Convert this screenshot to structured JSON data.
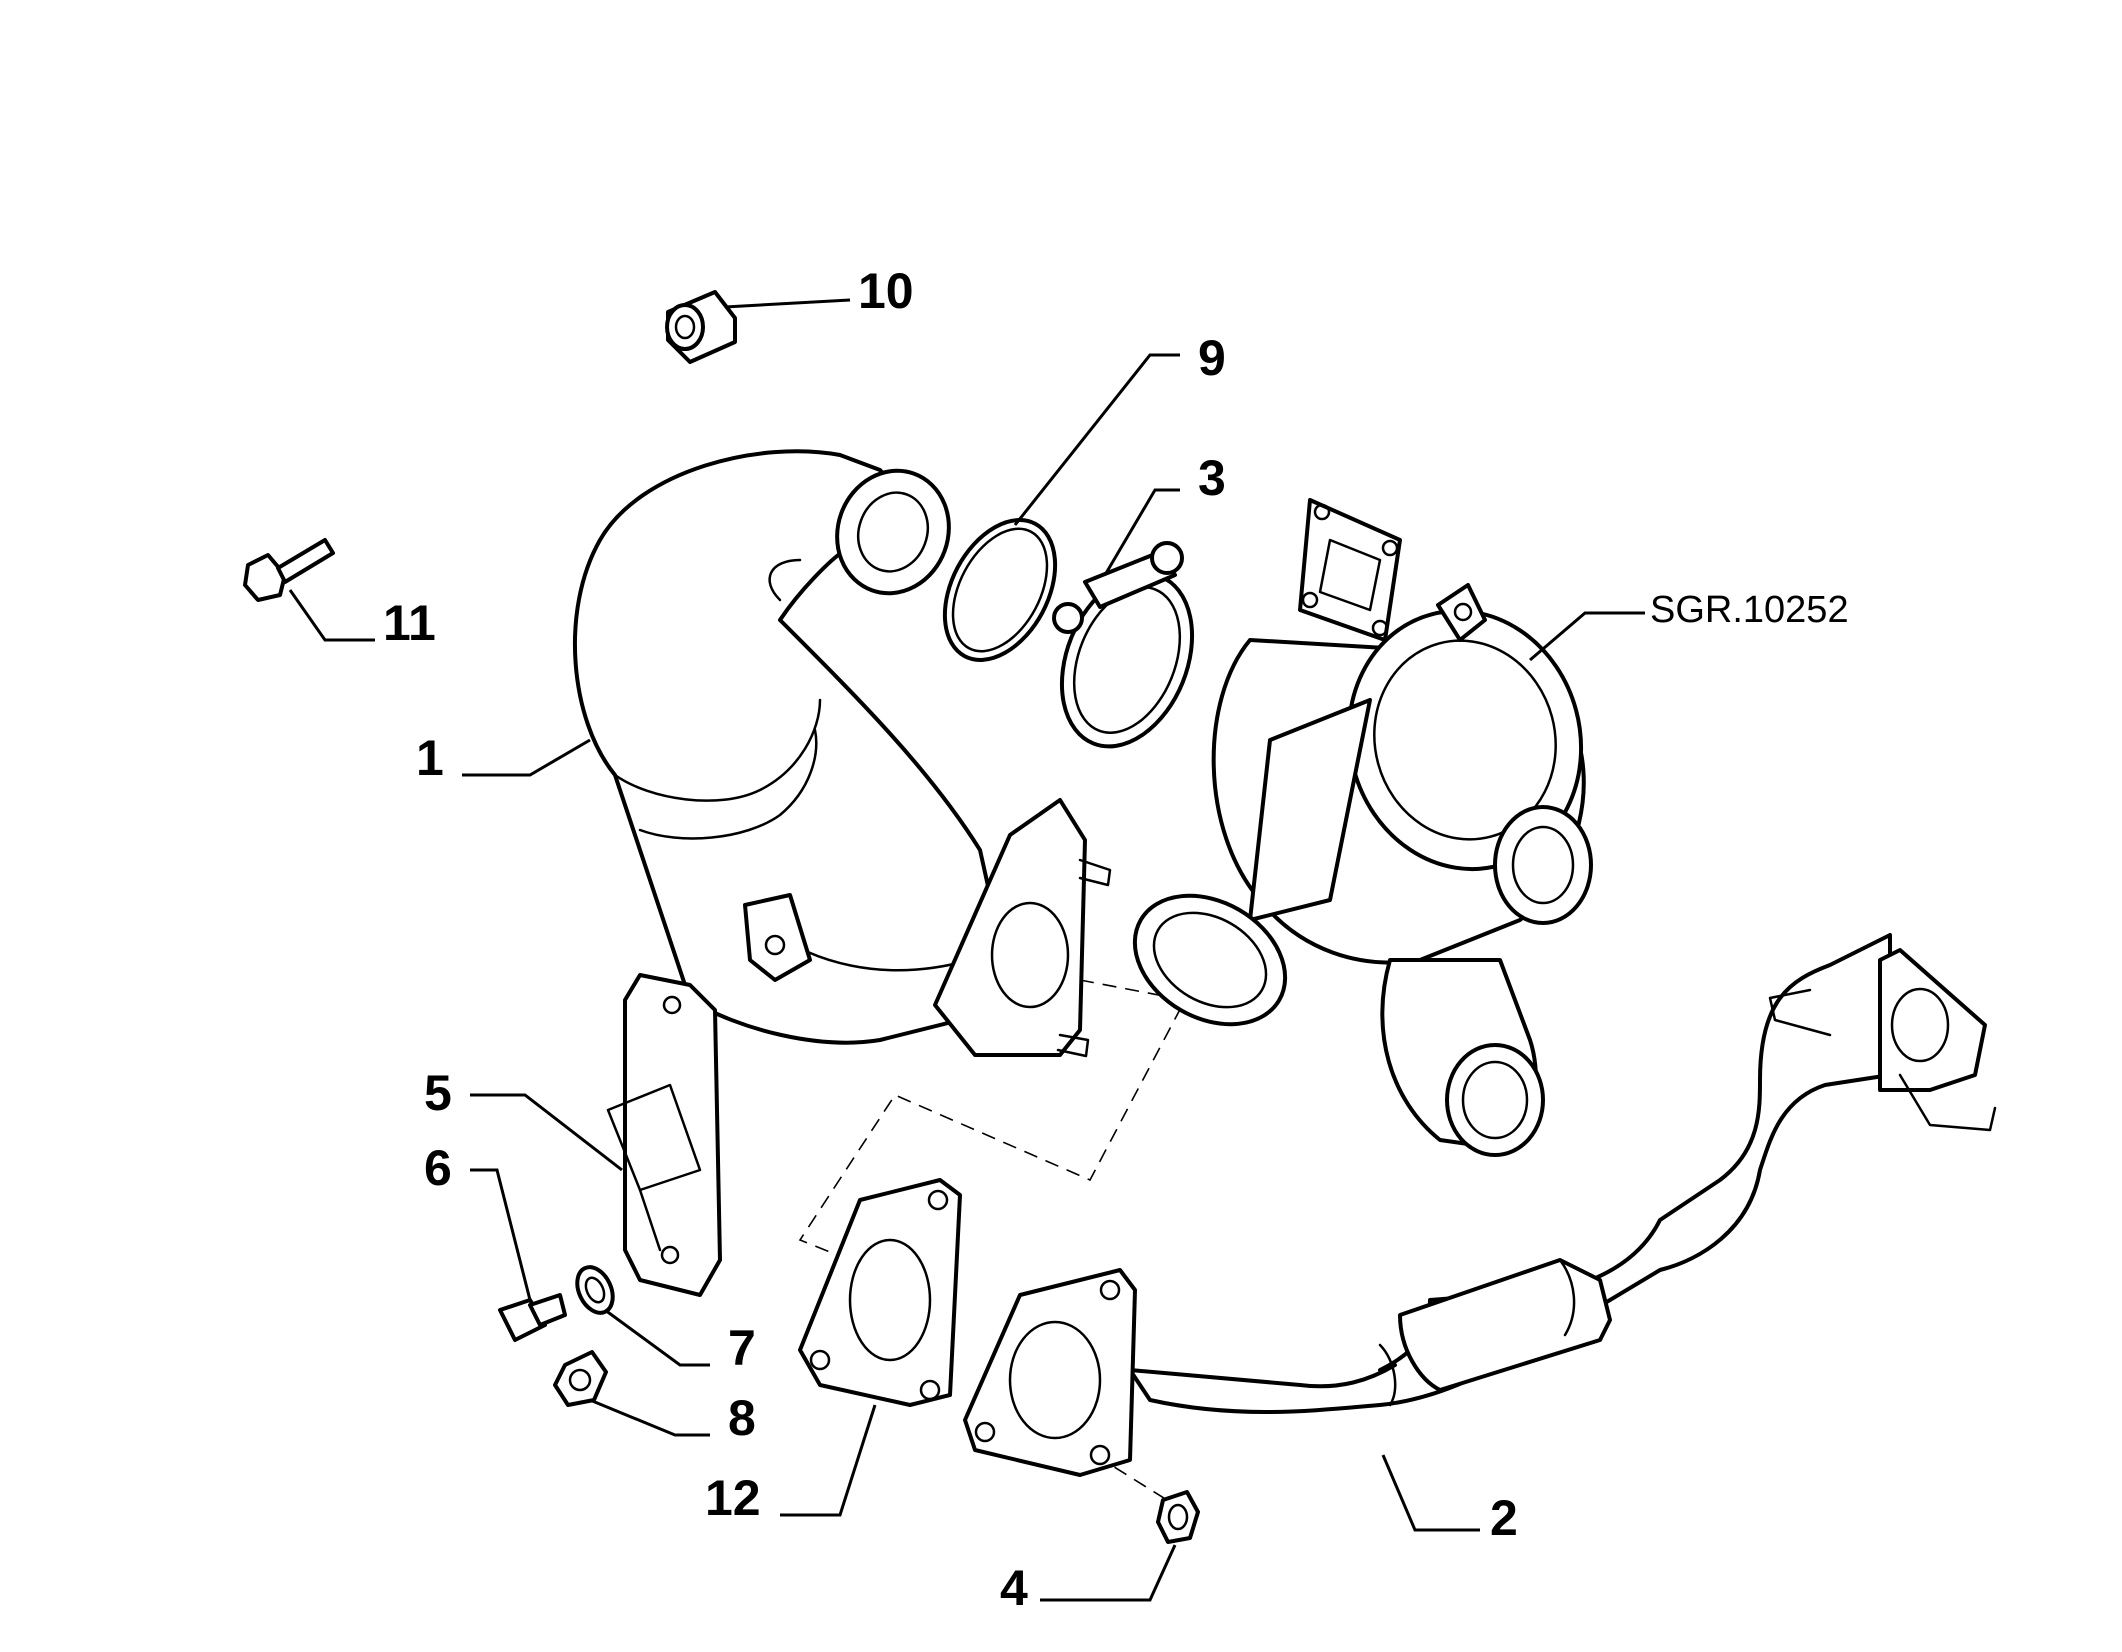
{
  "diagram": {
    "reference": "SGR.10252",
    "callouts": [
      "1",
      "2",
      "3",
      "4",
      "5",
      "6",
      "7",
      "8",
      "9",
      "10",
      "11",
      "12"
    ]
  },
  "colors": {
    "line": "#000000",
    "background": "#ffffff"
  },
  "icons": [
    "catalytic-converter",
    "exhaust-front-pipe",
    "clamp",
    "nut",
    "heat-shield-bracket",
    "bolt",
    "washer",
    "gasket",
    "turbocharger"
  ]
}
